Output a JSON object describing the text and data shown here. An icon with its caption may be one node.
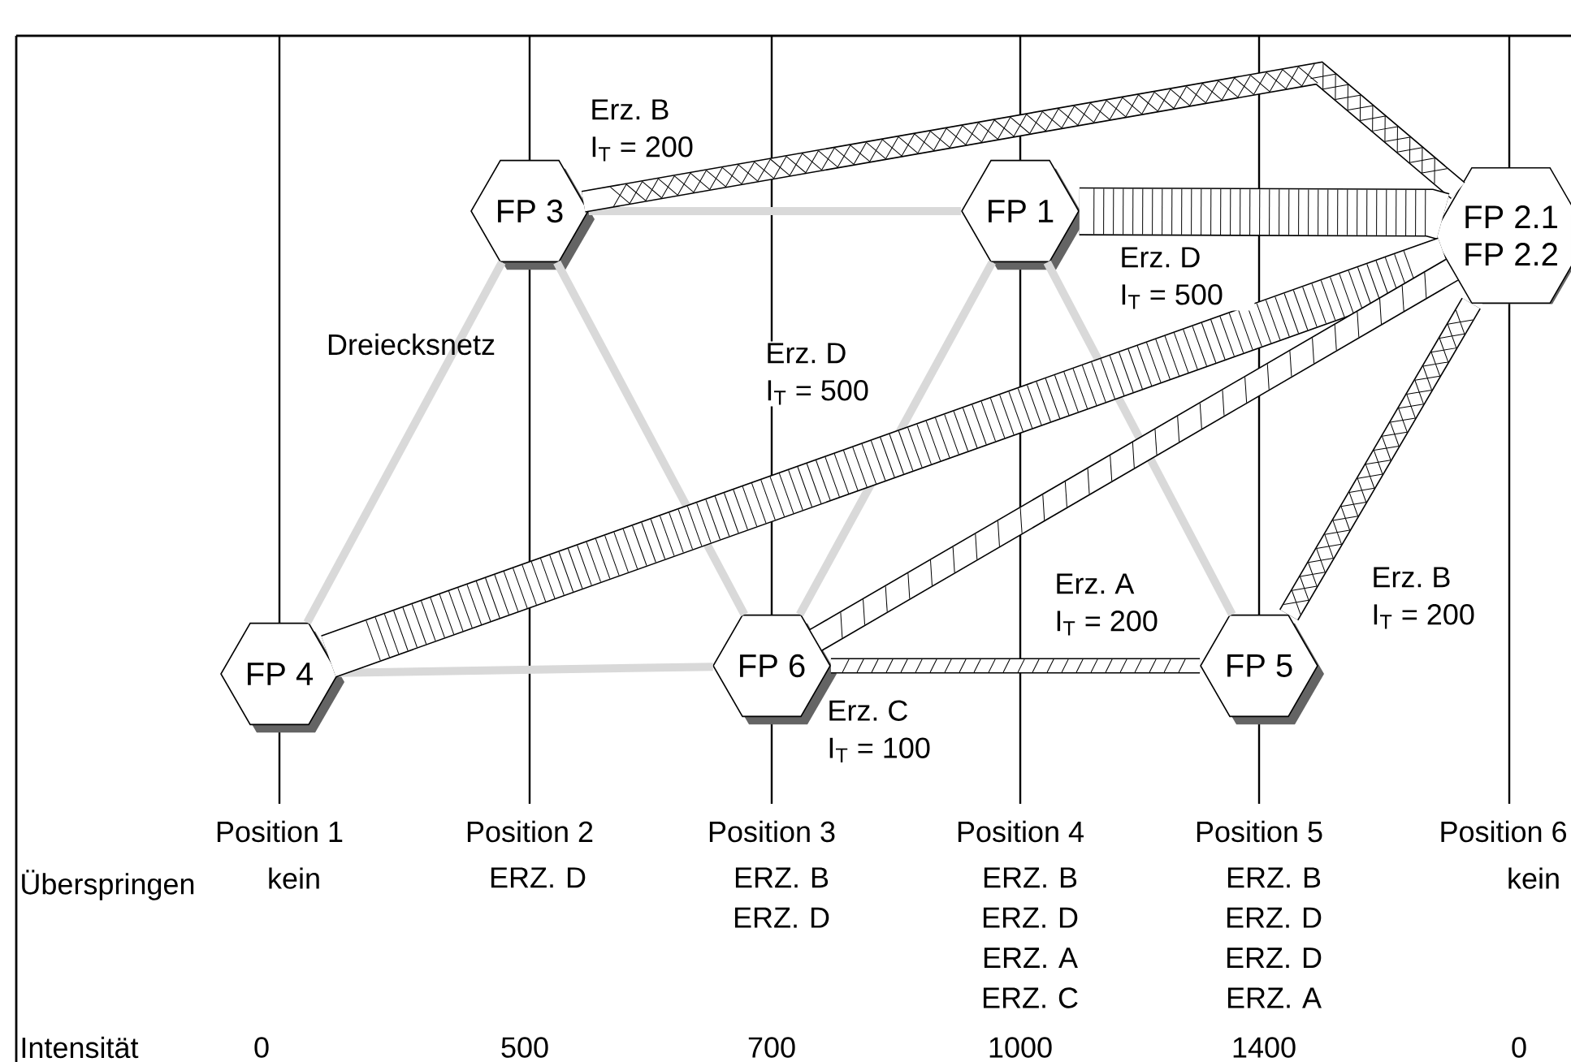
{
  "diagram": {
    "nodes": [
      {
        "text": [
          "FP 3"
        ]
      },
      {
        "text": [
          "FP 1"
        ]
      },
      {
        "text": [
          "FP 2.1",
          "FP 2.2"
        ]
      },
      {
        "text": [
          "FP 4"
        ]
      },
      {
        "text": [
          "FP 6"
        ]
      },
      {
        "text": [
          "FP 5"
        ]
      }
    ],
    "edges": [
      {
        "from": 0,
        "to": 1,
        "arrow": "none"
      },
      {
        "from": 0,
        "to": 3,
        "arrow": "none"
      },
      {
        "from": 0,
        "to": 4,
        "arrow": "none"
      },
      {
        "from": 1,
        "to": 4,
        "arrow": "none"
      },
      {
        "from": 1,
        "to": 5,
        "arrow": "none"
      },
      {
        "from": 3,
        "to": 4,
        "arrow": "none"
      },
      {
        "from": 5,
        "to": 2,
        "arrow": "none"
      },
      {
        "from": 0,
        "to": 2,
        "arrow": "none",
        "style": "thick",
        "color": "#000000",
        "label": "Erz. B I$_{T}$ = 200"
      },
      {
        "from": 1,
        "to": 2,
        "arrow": "none",
        "style": "thick",
        "color": "#000000",
        "label": "Erz. D I$_{T}$ = 500"
      },
      {
        "from": 3,
        "to": 2,
        "arrow": "none",
        "style": "thick",
        "color": "#000000",
        "label": "Erz. D I$_{T}$ = 500"
      },
      {
        "from": 4,
        "to": 2,
        "arrow": "none",
        "style": "thick",
        "color": "#000000",
        "label": "Erz. A I$_{T}$ = 200"
      },
      {
        "from": 4,
        "to": 5,
        "arrow": "none",
        "style": "thick",
        "color": "#000000",
        "label": "Erz. C I$_{T}$ = 100"
      },
      {
        "from": 5,
        "to": 2,
        "arrow": "none",
        "style": "thick",
        "color": "#000000",
        "label": "Erz. B I$_{T}$ = 200"
      }
    ],
    "labels": [
      "Dreiecksnetz",
      "Position 1",
      "Position 2",
      "Position 3",
      "Position 4",
      "Position 5",
      "Position 6",
      "Überspringen",
      "kein",
      "ERZ. D",
      "ERZ. B ERZ. D",
      "ERZ. B ERZ. D ERZ. A ERZ. C",
      "ERZ. B ERZ. D ERZ. D ERZ. A",
      "kein",
      "Intensität",
      "0",
      "500",
      "700",
      "1000",
      "1400",
      "0"
    ]
  }
}
